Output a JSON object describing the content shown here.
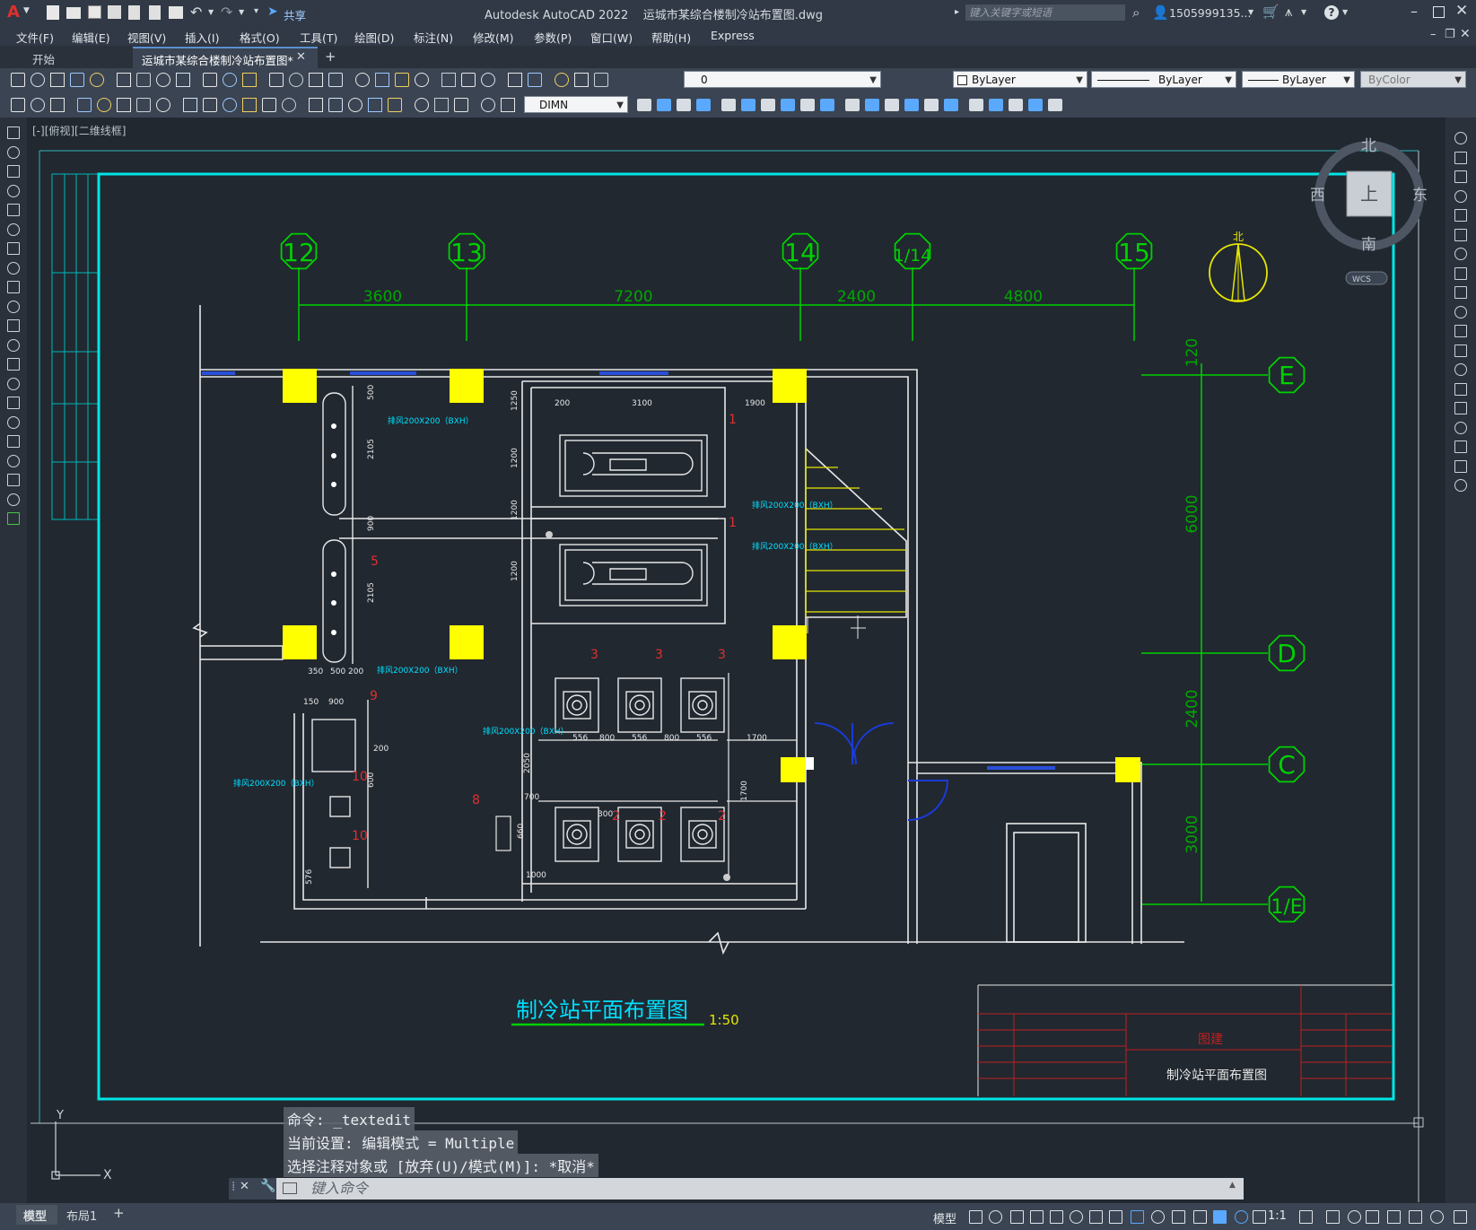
{
  "titlebar": {
    "app_logo": "A",
    "share_label": "共享",
    "title": "Autodesk AutoCAD 2022    运城市某综合楼制冷站布置图.dwg",
    "search_placeholder": "键入关键字或短语",
    "user": "1505999135...",
    "colors": {
      "bg": "#313946",
      "logo": "#e0302b"
    }
  },
  "menu": [
    "文件(F)",
    "编辑(E)",
    "视图(V)",
    "插入(I)",
    "格式(O)",
    "工具(T)",
    "绘图(D)",
    "标注(N)",
    "修改(M)",
    "参数(P)",
    "窗口(W)",
    "帮助(H)",
    "Express"
  ],
  "tabs": [
    {
      "label": "开始",
      "active": false
    },
    {
      "label": "运城市某综合楼制冷站布置图*",
      "active": true
    }
  ],
  "toolbar": {
    "layer_value": "0",
    "color_value": "ByLayer",
    "linetype_value": "ByLayer",
    "lineweight_value": "ByLayer",
    "plotstyle_value": "ByColor",
    "dimstyle_value": "DIMN"
  },
  "viewport_label": "[-][俯视][二维线框]",
  "viewcube": {
    "north": "北",
    "south": "南",
    "east": "东",
    "west": "西",
    "top": "上",
    "wcs": "WCS"
  },
  "drawing": {
    "grid_top": [
      "12",
      "13",
      "14",
      "1/14",
      "15"
    ],
    "dims_top": [
      "3600",
      "7200",
      "2400",
      "4800"
    ],
    "grid_right": [
      "E",
      "D",
      "C",
      "1/E"
    ],
    "dims_right": [
      "120",
      "6000",
      "2400",
      "3000"
    ],
    "north_arrow": "北",
    "title": "制冷站平面布置图",
    "scale": "1:50",
    "titleblock_name": "制冷站平面布置图",
    "titleblock_company": "图建",
    "dims_small": [
      "500",
      "2105",
      "900",
      "2105",
      "350",
      "500",
      "200",
      "150",
      "900",
      "200",
      "3100",
      "1900",
      "1250",
      "1200",
      "1200",
      "1200",
      "200",
      "556",
      "800",
      "556",
      "800",
      "556",
      "1700",
      "2050",
      "700",
      "300",
      "1700",
      "1000",
      "576",
      "600",
      "660"
    ],
    "labels_small": [
      "排风200X200（BXH）",
      "1",
      "2",
      "3",
      "5",
      "8",
      "9",
      "10"
    ],
    "colors": {
      "border": "#00e5e5",
      "grid": "#00d000",
      "wall": "#e8e8e8",
      "column": "#ffff00",
      "text_red": "#e03030",
      "text_cyan": "#00e0ff",
      "titleblock": "#c02020",
      "door": "#1b3bd6"
    }
  },
  "command": {
    "history": [
      "命令:  _textedit",
      "当前设置: 编辑模式 = Multiple",
      "选择注释对象或 [放弃(U)/模式(M)]: *取消*"
    ],
    "input_placeholder": "键入命令"
  },
  "statusbar": {
    "tabs": [
      "模型",
      "布局1",
      "+"
    ],
    "model_label": "模型",
    "scale": "1:1"
  }
}
